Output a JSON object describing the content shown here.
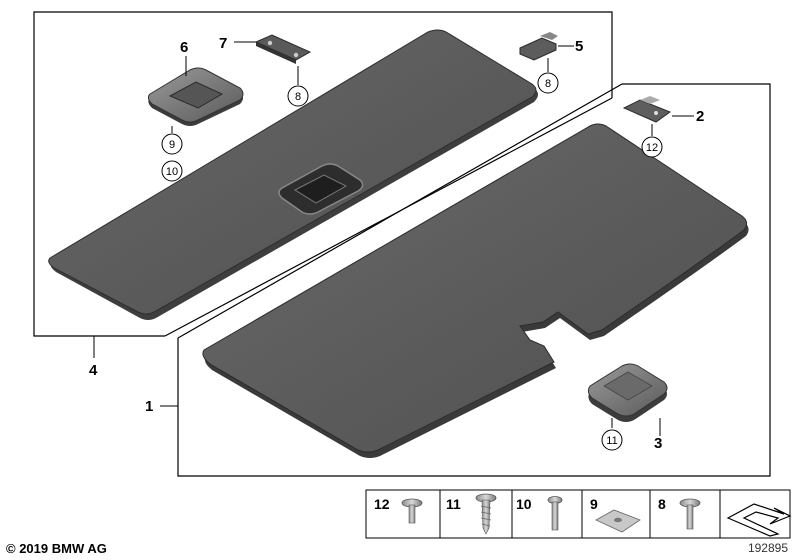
{
  "callouts": {
    "p1": "1",
    "p2": "2",
    "p3": "3",
    "p4": "4",
    "p5": "5",
    "p6": "6",
    "p7": "7"
  },
  "circled": {
    "c8a": "8",
    "c8b": "8",
    "c9": "9",
    "c10": "10",
    "c11": "11",
    "c12": "12"
  },
  "hardware": [
    "12",
    "11",
    "10",
    "9",
    "8"
  ],
  "footer": {
    "copyright": "© 2019 BMW AG",
    "doc_number": "192895"
  }
}
